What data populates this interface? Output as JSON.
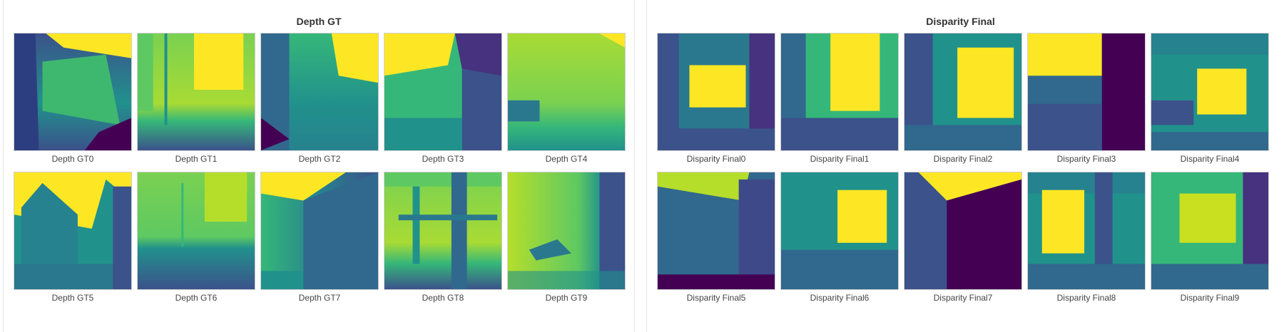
{
  "panels": [
    {
      "title": "Depth GT",
      "images": [
        {
          "caption": "Depth GT0"
        },
        {
          "caption": "Depth GT1"
        },
        {
          "caption": "Depth GT2"
        },
        {
          "caption": "Depth GT3"
        },
        {
          "caption": "Depth GT4"
        },
        {
          "caption": "Depth GT5"
        },
        {
          "caption": "Depth GT6"
        },
        {
          "caption": "Depth GT7"
        },
        {
          "caption": "Depth GT8"
        },
        {
          "caption": "Depth GT9"
        }
      ]
    },
    {
      "title": "Disparity Final",
      "images": [
        {
          "caption": "Disparity Final0"
        },
        {
          "caption": "Disparity Final1"
        },
        {
          "caption": "Disparity Final2"
        },
        {
          "caption": "Disparity Final3"
        },
        {
          "caption": "Disparity Final4"
        },
        {
          "caption": "Disparity Final5"
        },
        {
          "caption": "Disparity Final6"
        },
        {
          "caption": "Disparity Final7"
        },
        {
          "caption": "Disparity Final8"
        },
        {
          "caption": "Disparity Final9"
        }
      ]
    }
  ],
  "colormap": {
    "low": "#440154",
    "mid_low": "#3b528b",
    "mid": "#21918c",
    "mid_high": "#5ec962",
    "high": "#fde725"
  }
}
